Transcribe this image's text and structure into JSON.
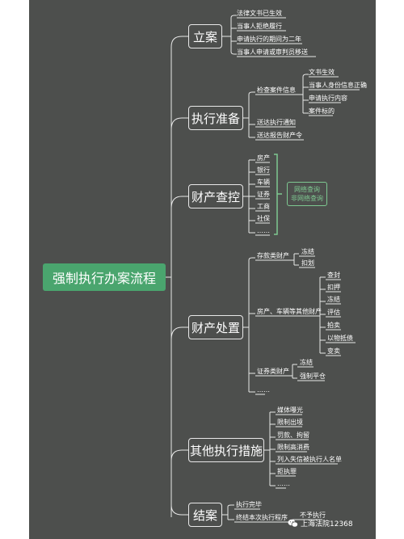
{
  "root": "强制执行办案流程",
  "branches": {
    "lian": {
      "label": "立案",
      "items": [
        "法律文书已生效",
        "当事人拒绝履行",
        "申请执行的期间为二年",
        "当事人申请或审判员移送"
      ]
    },
    "prep": {
      "label": "执行准备",
      "check_label": "检查案件信息",
      "check_items": [
        "文书生效",
        "当事人身份信息正确",
        "申请执行内容",
        "案件标的"
      ],
      "items": [
        "送达执行通知",
        "送达报告财产令"
      ]
    },
    "query": {
      "label": "财产查控",
      "items": [
        "房产",
        "银行",
        "车辆",
        "证券",
        "工商",
        "社保",
        "……"
      ],
      "methods": [
        "网络查询",
        "非网络查询"
      ]
    },
    "dispose": {
      "label": "财产处置",
      "deposit_label": "存款类财产",
      "deposit_items": [
        "冻结",
        "扣划"
      ],
      "realty_label": "房产、车辆等其他财产",
      "realty_items": [
        "查封",
        "扣押",
        "冻结",
        "评估",
        "拍卖",
        "以物抵债",
        "变卖"
      ],
      "securities_label": "证券类财产",
      "securities_items": [
        "冻结",
        "强制平仓"
      ],
      "more": "……"
    },
    "other": {
      "label": "其他执行措施",
      "items": [
        "媒体曝光",
        "限制出境",
        "罚款、拘留",
        "限制高消费",
        "列入失信被执行人名单",
        "拒执罪",
        "……"
      ]
    },
    "close": {
      "label": "结案",
      "items": [
        "执行完毕",
        "终结本次执行程序",
        "不予执行"
      ]
    }
  },
  "watermark": "上海法院12368",
  "colors": {
    "background": "#4d4f4d",
    "root": "#4aa56e",
    "accent": "#7ec891",
    "line": "#e8e8e8"
  }
}
